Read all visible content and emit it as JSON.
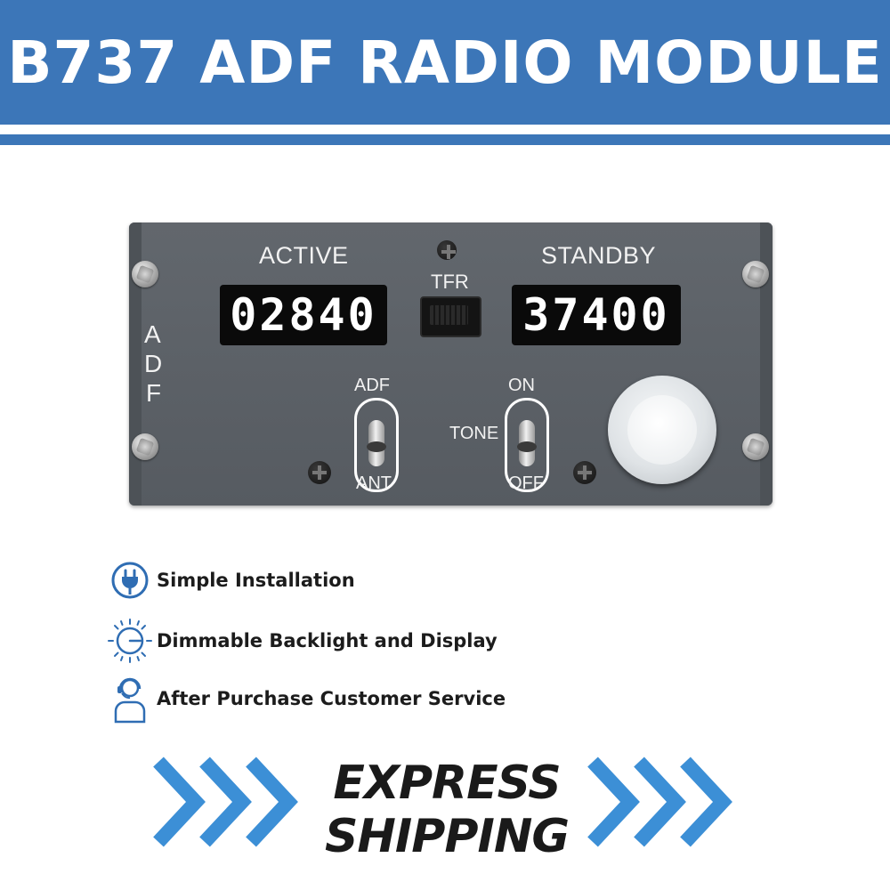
{
  "header": {
    "title": "B737 ADF RADIO MODULE",
    "color": "#3c76b8"
  },
  "panel": {
    "active_label": "ACTIVE",
    "standby_label": "STANDBY",
    "tfr_label": "TFR",
    "side_letters": [
      "A",
      "D",
      "F"
    ],
    "active_display": "02840",
    "standby_display": "37400",
    "mode_switch": {
      "top_label": "ADF",
      "bottom_label": "ANT"
    },
    "tone_switch": {
      "side_label": "TONE",
      "top_label": "ON",
      "bottom_label": "OFF"
    }
  },
  "features": [
    {
      "icon": "plug-icon",
      "text": "Simple Installation"
    },
    {
      "icon": "brightness-dial-icon",
      "text": "Dimmable Backlight and Display"
    },
    {
      "icon": "headset-agent-icon",
      "text": "After Purchase Customer Service"
    }
  ],
  "shipping": {
    "line1": "EXPRESS",
    "line2": "SHIPPING",
    "chevron_color": "#3c8fd6"
  }
}
